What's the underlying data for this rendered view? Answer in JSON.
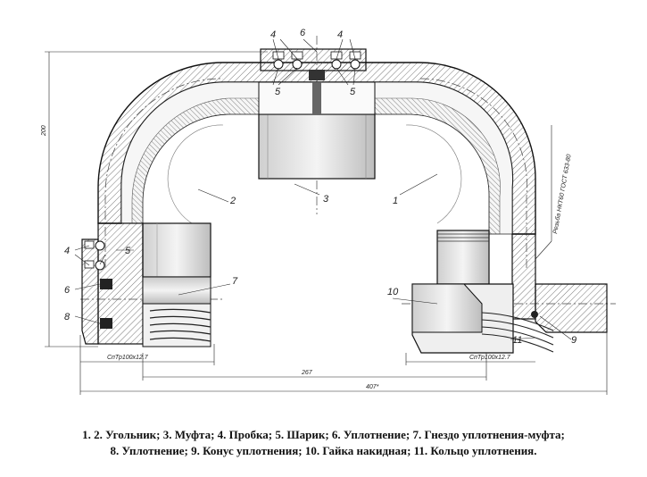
{
  "labels": {
    "part_1": "1",
    "part_2": "2",
    "part_3": "3",
    "part_4_top_left": "4",
    "part_4_top_right": "4",
    "part_4_left": "4",
    "part_5_top_left": "5",
    "part_5_top_right": "5",
    "part_5_left": "5",
    "part_6_top": "6",
    "part_6_left": "6",
    "part_7": "7",
    "part_8": "8",
    "part_9": "9",
    "part_10": "10",
    "part_11": "11"
  },
  "dimensions": {
    "height": "200",
    "inner_span": "267",
    "overall_span": "407*",
    "thread_left": "СпТр100х12.7",
    "thread_right": "СпТр100х12.7",
    "thread_spec": "Резьба НКТ60 ГОСТ 633-80"
  },
  "caption": {
    "line1": "1. 2. Угольник; 3. Муфта; 4. Пробка; 5. Шарик; 6. Уплотнение; 7. Гнездо уплотнения-муфта;",
    "line2": "8. Уплотнение; 9. Конус уплотнения; 10. Гайка накидная; 11. Кольцо уплотнения."
  }
}
